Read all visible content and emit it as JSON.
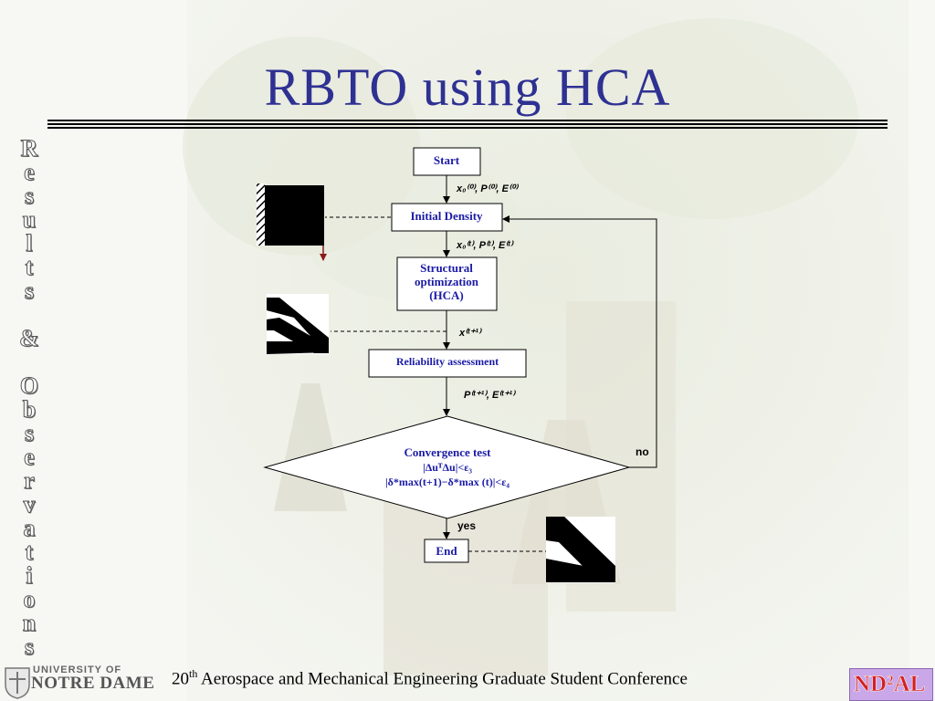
{
  "slide": {
    "title": "RBTO using HCA",
    "vertical_text_chars": [
      "R",
      "e",
      "s",
      "u",
      "l",
      "t",
      "s",
      "",
      "&",
      "",
      "O",
      "b",
      "s",
      "e",
      "r",
      "v",
      "a",
      "t",
      "i",
      "o",
      "n",
      "s"
    ],
    "footer_pre": "20",
    "footer_sup": "th",
    "footer_post": " Aerospace and Mechanical Engineering Graduate Student Conference",
    "logo_univ": "UNIVERSITY OF",
    "logo_name": "NOTRE DAME",
    "lab_logo": "ND²AL"
  },
  "flowchart": {
    "start": "Start",
    "initial_density": "Initial Density",
    "structural_opt": [
      "Structural",
      "optimization",
      "(HCA)"
    ],
    "reliability": "Reliability assessment",
    "convergence": [
      "Convergence test",
      "|ΔuᵀΔu|<ε₃",
      "|δ*max(t+1)−δ*max (t)|<ε₄"
    ],
    "end": "End",
    "label_1": "x₀⁽⁰⁾, P⁽⁰⁾, E⁽⁰⁾",
    "label_2": "x₀⁽ᵗ⁾, P⁽ᵗ⁾, E⁽ᵗ⁾",
    "label_3": "x⁽ᵗ⁺¹⁾",
    "label_4": "P⁽ᵗ⁺¹⁾,  E⁽ᵗ⁺¹⁾",
    "yes": "yes",
    "no": "no"
  },
  "colors": {
    "title": "#2e3192",
    "box_text": "#1a1aa6",
    "arrow_red": "#8b1a1a"
  }
}
